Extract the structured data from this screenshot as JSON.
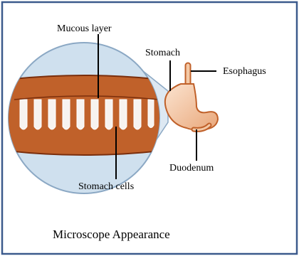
{
  "labels": {
    "mucous_layer": "Mucous layer",
    "stomach": "Stomach",
    "esophagus": "Esophagus",
    "duodenum": "Duodenum",
    "stomach_cells": "Stomach cells"
  },
  "caption": "Microscope Appearance",
  "colors": {
    "frame": "#3b5a8c",
    "magnifier_fill": "#cfe0ee",
    "magnifier_stroke": "#8ba8c4",
    "tissue": "#c0612a",
    "tissue_dark": "#7a2e0c",
    "stomach_fill": "#f4c9a6",
    "stomach_stroke": "#c0612a"
  }
}
